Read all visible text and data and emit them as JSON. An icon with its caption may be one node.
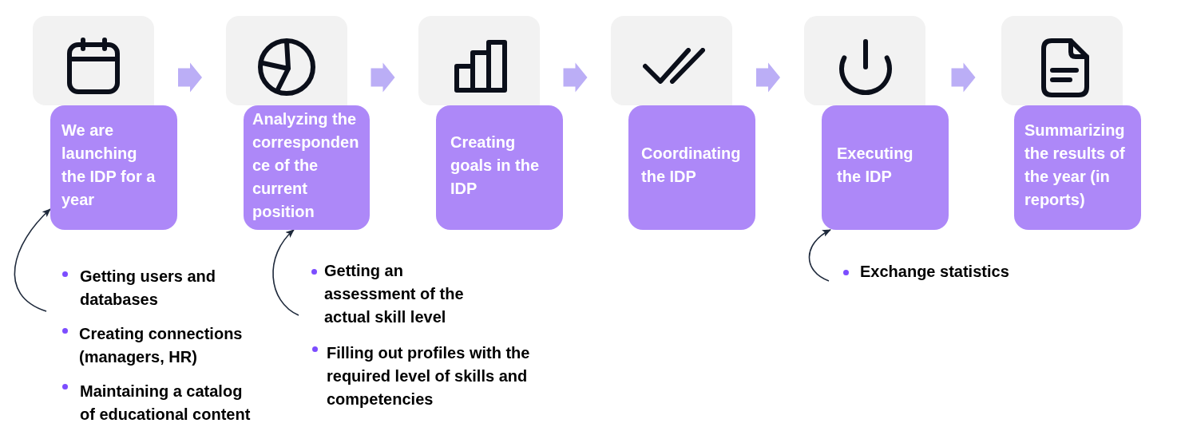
{
  "diagram": {
    "nodes": [
      {
        "text": [],
        "shape": "box"
      },
      {
        "text": [
          "We are launching the IDP for a year"
        ]
      },
      {
        "text": [],
        "shape": "box"
      },
      {
        "text": [
          "Analyzing the correspondence of the current position"
        ]
      },
      {
        "text": [],
        "shape": "box"
      },
      {
        "text": [
          "Creating goals in the IDP"
        ]
      },
      {
        "text": [],
        "shape": "box"
      },
      {
        "text": [
          "Coordinating the IDP"
        ]
      },
      {
        "text": [],
        "shape": "box"
      },
      {
        "text": [
          "Executing the IDP"
        ]
      },
      {
        "text": [],
        "shape": "box"
      },
      {
        "text": [
          "Summarizing the results of the year (in reports)"
        ]
      },
      {
        "text": [
          "Getting users and databases",
          "Creating connections (managers, HR)",
          "Maintaining a catalog of educational content"
        ]
      },
      {
        "text": [
          "Getting an assessment of the actual skill level",
          "Filling out profiles with the required level of skills and competencies"
        ]
      },
      {
        "text": [
          "Exchange statistics"
        ]
      }
    ],
    "edges": [
      {
        "from": 0,
        "to": 2,
        "arrow": "to",
        "style": "thick"
      },
      {
        "from": 2,
        "to": 4,
        "arrow": "to",
        "style": "thick"
      },
      {
        "from": 4,
        "to": 6,
        "arrow": "to",
        "style": "thick"
      },
      {
        "from": 6,
        "to": 8,
        "arrow": "to",
        "style": "thick"
      },
      {
        "from": 8,
        "to": 10,
        "arrow": "to",
        "style": "thick"
      },
      {
        "from": 12,
        "to": 1,
        "arrow": "to",
        "color": "#1e293b"
      },
      {
        "from": 13,
        "to": 3,
        "arrow": "to",
        "color": "#1e293b"
      },
      {
        "from": 14,
        "to": 9,
        "arrow": "to",
        "color": "#1e293b"
      }
    ]
  }
}
